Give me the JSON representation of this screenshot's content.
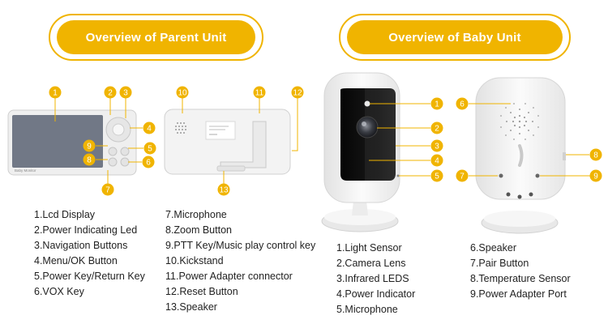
{
  "headers": {
    "parent_title": "Overview of Parent Unit",
    "baby_title": "Overview of Baby Unit"
  },
  "colors": {
    "accent": "#f0b400",
    "device_white": "#f4f4f4",
    "screen": "#707784",
    "text": "#222222"
  },
  "parent_screen_label": "Baby Monitor",
  "parent_callouts": [
    "1",
    "2",
    "3",
    "4",
    "5",
    "6",
    "7",
    "8",
    "9",
    "10",
    "11",
    "12",
    "13"
  ],
  "baby_callouts": [
    "1",
    "2",
    "3",
    "4",
    "5",
    "6",
    "7",
    "8",
    "9"
  ],
  "parent_list_col1": [
    "1.Lcd Display",
    "2.Power Indicating Led",
    "3.Navigation Buttons",
    "4.Menu/OK Button",
    "5.Power Key/Return Key",
    "6.VOX Key"
  ],
  "parent_list_col2": [
    "7.Microphone",
    "8.Zoom Button",
    "9.PTT Key/Music play control key",
    "10.Kickstand",
    "11.Power Adapter connector",
    "12.Reset Button",
    "13.Speaker"
  ],
  "baby_list_col1": [
    "1.Light Sensor",
    "2.Camera Lens",
    "3.Infrared LEDS",
    "4.Power Indicator",
    "5.Microphone"
  ],
  "baby_list_col2": [
    "6.Speaker",
    "7.Pair Button",
    "8.Temperature Sensor",
    "9.Power Adapter Port"
  ]
}
